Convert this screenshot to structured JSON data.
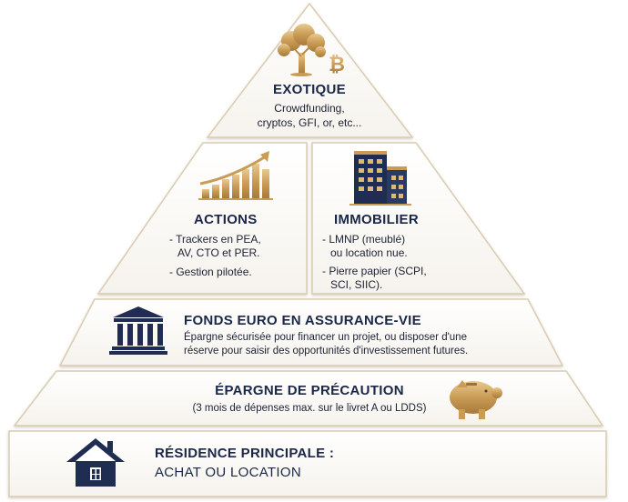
{
  "tiers": {
    "exotique": {
      "title": "EXOTIQUE",
      "line1": "Crowdfunding,",
      "line2": "cryptos, GFI, or, etc..."
    },
    "actions": {
      "title": "ACTIONS",
      "items": [
        "- Trackers en PEA,",
        "AV, CTO et PER.",
        "- Gestion pilotée."
      ]
    },
    "immobilier": {
      "title": "IMMOBILIER",
      "items": [
        "- LMNP (meublé)",
        "ou location nue.",
        "- Pierre papier (SCPI,",
        "SCI, SIIC)."
      ]
    },
    "fonds_euro": {
      "title": "FONDS EURO EN ASSURANCE-VIE",
      "line1": "Épargne sécurisée pour financer un projet, ou disposer d'une",
      "line2": "réserve pour saisir des opportunités d'investissement futures."
    },
    "precaution": {
      "title": "ÉPARGNE DE PRÉCAUTION",
      "subtitle": "(3 mois de dépenses max. sur le livret A ou LDDS)"
    },
    "residence": {
      "line1": "RÉSIDENCE PRINCIPALE :",
      "line2": "ACHAT OU LOCATION"
    }
  },
  "icons": {
    "exotique": "tree-bitcoin-icon",
    "actions": "rising-bar-chart-icon",
    "immobilier": "buildings-icon",
    "fonds_euro": "bank-icon",
    "precaution": "piggy-bank-icon",
    "residence": "house-icon"
  },
  "colors": {
    "navy": "#1a2747",
    "gold": "#c49a52",
    "gold_light": "#e3c48a",
    "border": "#d9ccb0"
  }
}
